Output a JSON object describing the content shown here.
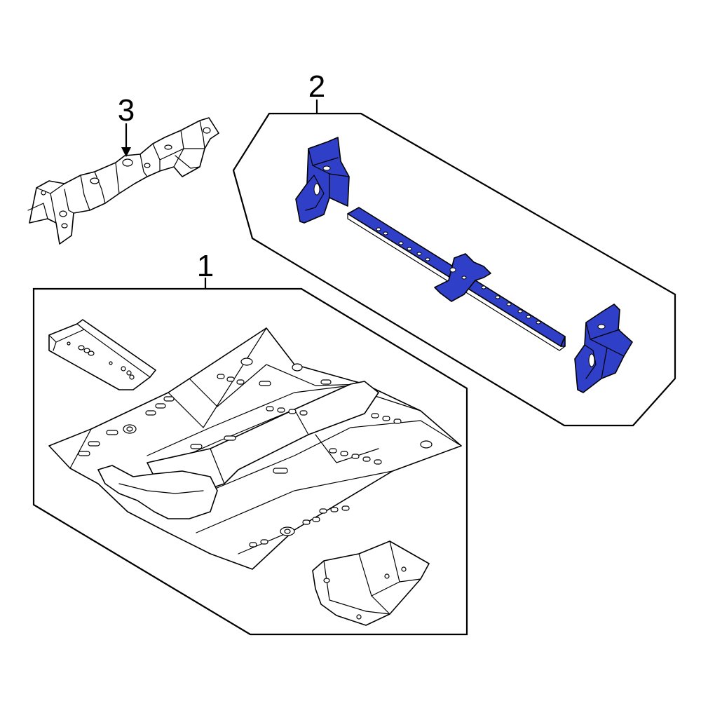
{
  "callouts": {
    "floor_pan": "1",
    "crossmember_assembly": "2",
    "front_rail": "3"
  },
  "colors": {
    "highlight": "#2f3fc8",
    "line": "#000000",
    "background": "#ffffff"
  }
}
